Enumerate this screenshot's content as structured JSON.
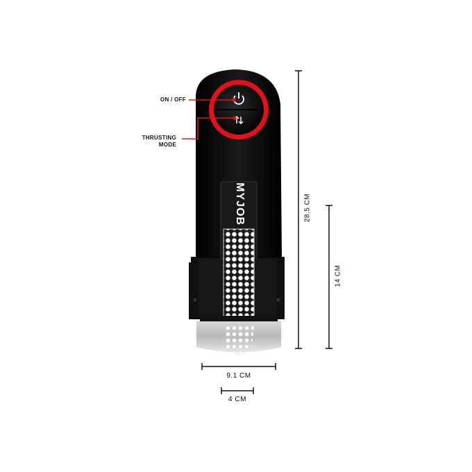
{
  "callouts": {
    "power": "ON / OFF",
    "thrusting_line1": "THRUSTING",
    "thrusting_line2": "MODE"
  },
  "brand": "MYJOB",
  "dimensions": {
    "total_height": "28.5 CM",
    "insert_height": "14 CM",
    "width": "9.1 CM",
    "opening": "4 CM"
  },
  "colors": {
    "body": "#0b0b0b",
    "accent": "#e0121b",
    "sleeve": "#f2f2f2"
  },
  "icons": {
    "power": "power-icon",
    "mode": "thrust-arrows-icon"
  }
}
